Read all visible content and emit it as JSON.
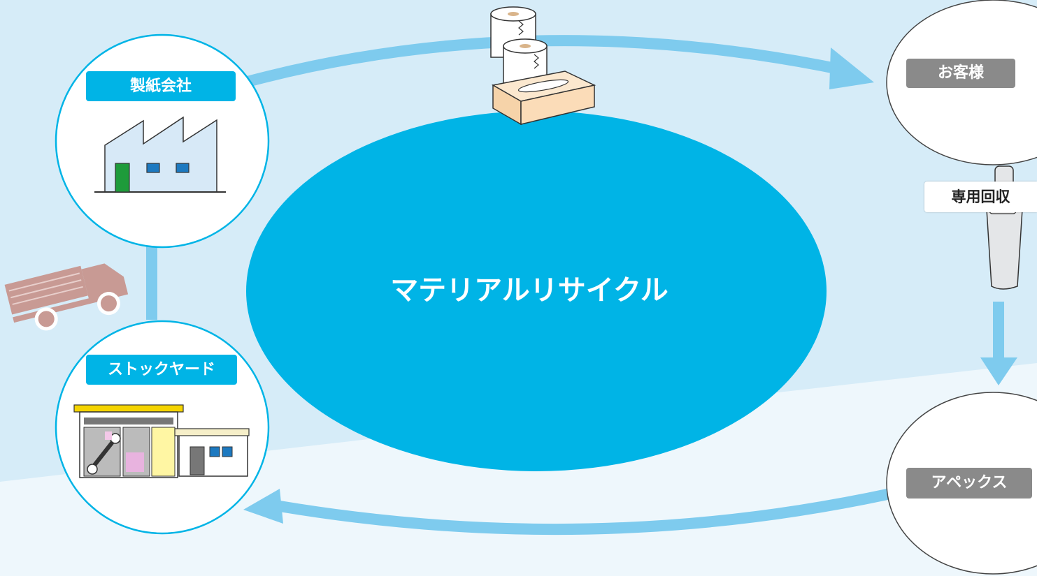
{
  "diagram": {
    "center_title": "マテリアルリサイクル",
    "nodes": {
      "paper_company": {
        "label": "製紙会社"
      },
      "customer": {
        "label": "お客様"
      },
      "collection": {
        "label": "専用回収"
      },
      "apex": {
        "label": "アペックス"
      },
      "stockyard": {
        "label": "ストックヤード"
      }
    },
    "colors": {
      "background": "#d6ecf8",
      "center_ellipse": "#00b4e6",
      "arrow": "#7ecbee",
      "tag_blue": "#00b4e6",
      "tag_gray": "#8a8a8a",
      "truck": "#c89a94"
    },
    "icons": [
      "factory-icon",
      "paper-roll-icon",
      "tissue-box-icon",
      "collection-bin-icon",
      "truck-icon",
      "stockyard-facility-icon"
    ]
  }
}
